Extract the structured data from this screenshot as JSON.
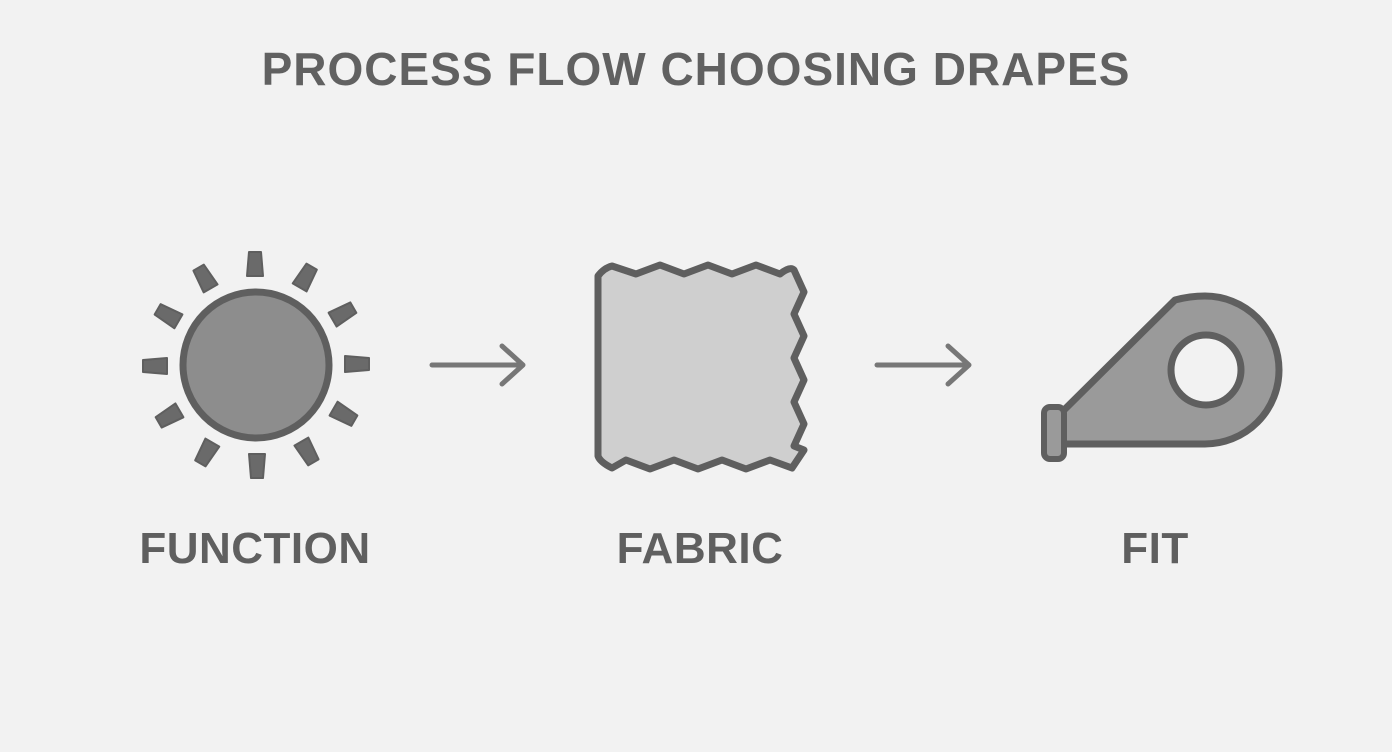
{
  "title": "PROCESS FLOW CHOOSING DRAPES",
  "steps": [
    {
      "label": "FUNCTION",
      "icon": "sun-icon"
    },
    {
      "label": "FABRIC",
      "icon": "fabric-swatch-icon"
    },
    {
      "label": "FIT",
      "icon": "tape-measure-icon"
    }
  ],
  "colors": {
    "background": "#f2f2f2",
    "outline": "#5f5f5f",
    "sun_fill": "#8d8d8d",
    "fabric_fill": "#cfcfcf",
    "tape_fill": "#9a9a9a",
    "arrow": "#777777",
    "text": "#616161"
  }
}
